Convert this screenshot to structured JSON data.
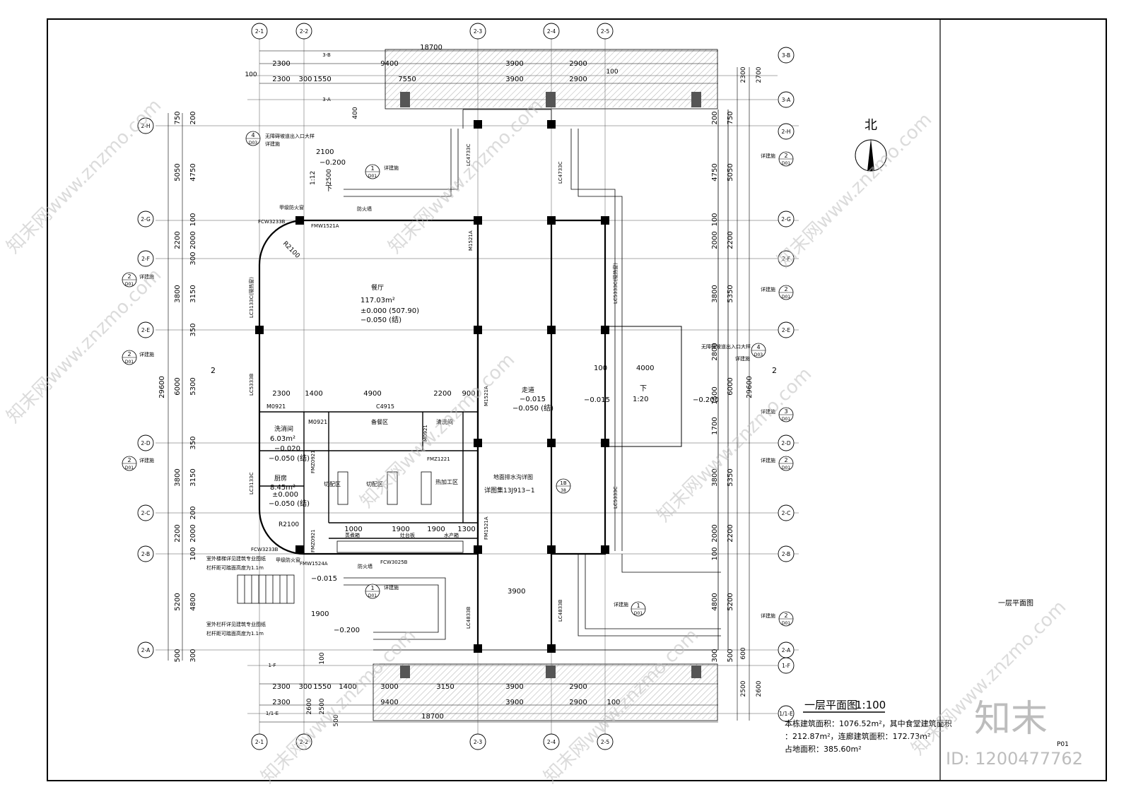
{
  "title_block": {
    "plan_title": "一层平面图",
    "scale": "1:100",
    "area_line1": "本栋建筑面积：1076.52m²，其中食堂建筑面积",
    "area_line2": "：212.87m²，连廊建筑面积：172.73m²",
    "area_line3": "占地面积：385.60m²",
    "side_title": "一层平面图",
    "sheet_no": "P01"
  },
  "north_label": "北",
  "watermark": {
    "text": "知末网www.znzmo.com",
    "logo": "知末",
    "id_text": "ID: 1200477762"
  },
  "axes": {
    "top": [
      "2-1",
      "2-2",
      "2-3",
      "2-4",
      "2-5"
    ],
    "bottom": [
      "2-1",
      "2-2",
      "2-3",
      "2-4",
      "2-5"
    ],
    "left": [
      "2-H",
      "2-G",
      "2-F",
      "2-E",
      "2-D",
      "2-C",
      "2-B",
      "2-A"
    ],
    "right": [
      "3-B",
      "3-A",
      "2-H",
      "2-G",
      "2-F",
      "2-E",
      "2-D",
      "2-C",
      "2-B",
      "2-A",
      "1-F",
      "1/1-E"
    ],
    "top_small": [
      "3-B",
      "3-A"
    ],
    "bottom_small": [
      "1-F",
      "1/1-E"
    ]
  },
  "dims": {
    "top_total": "18700",
    "top_row1": [
      "2300",
      "9400",
      "3900",
      "2900"
    ],
    "top_row2": [
      "2300",
      "300",
      "1550",
      "7550",
      "3900",
      "2900"
    ],
    "top_side": [
      "100",
      "2300",
      "2700",
      "400",
      "100"
    ],
    "bottom_total": "18700",
    "bottom_row1": [
      "2300",
      "300",
      "1550",
      "1400",
      "3000",
      "3150",
      "3900",
      "2900"
    ],
    "bottom_row2": [
      "2300",
      "9400",
      "3900",
      "2900",
      "100"
    ],
    "bottom_side": [
      "2600",
      "2500",
      "500",
      "100",
      "2500",
      "2600",
      "600"
    ],
    "left_total": "29600",
    "left_outer": [
      "750",
      "5050",
      "2200",
      "3800",
      "6000",
      "3800",
      "2200",
      "5200",
      "500"
    ],
    "left_inner": [
      "200",
      "4750",
      "100",
      "2000",
      "300",
      "3150",
      "350",
      "5300",
      "350",
      "3150",
      "200",
      "2000",
      "100",
      "4800",
      "300"
    ],
    "right_total": "29600",
    "right_outer": [
      "750",
      "5050",
      "2200",
      "5350",
      "6000",
      "5350",
      "2200",
      "5200",
      "500"
    ],
    "right_inner": [
      "200",
      "4750",
      "100",
      "2000",
      "3800",
      "2800",
      "1500",
      "1700",
      "3800",
      "2000",
      "100",
      "4800",
      "300"
    ]
  },
  "rooms": {
    "hall_name": "餐厅",
    "hall_area": "117.03m²",
    "hall_elev": "±0.000 (507.90)",
    "hall_elev2": "−0.050 (结)",
    "corridor_name": "走道",
    "corridor_elev": "−0.015",
    "corridor_elev2": "−0.050 (结)",
    "wash_name": "洗消间",
    "wash_area": "6.03m²",
    "wash_elev": "−0.020",
    "wash_elev2": "−0.050 (结)",
    "kitchen_name": "厨房",
    "kitchen_area": "8.45m²",
    "kitchen_elev": "±0.000",
    "kitchen_elev2": "−0.050 (结)",
    "prep_name": "备餐区",
    "clean_name": "清洗间",
    "cut1": "切配区",
    "cut2": "切配区",
    "hot": "热加工区",
    "ramp_label": "下",
    "ramp_slope": "1:20",
    "ramp_dim": "4000",
    "ramp_dim2": "100",
    "ramp_elev_l": "−0.015",
    "ramp_elev_r": "−0.200",
    "ramp_top_label": "下",
    "ramp_top_slope": "1:12",
    "ramp_top_elev": "−0.200",
    "ramp_top_dim": "2100",
    "ramp_top_dim2": "2500",
    "bottom_elev1": "−0.015",
    "bottom_elev2": "−0.200",
    "bottom_dim": "1900",
    "bottom_dim2": "3900",
    "floor_drain": "地面排水沟详图",
    "floor_drain_ref": "详图集13J913−1",
    "kitchen_row_dims": [
      "1000",
      "1900",
      "1900",
      "1300"
    ],
    "prep_row_dims": [
      "2300",
      "1400",
      "4900",
      "2200",
      "900"
    ],
    "c4915": "C4915",
    "counters": [
      "蒸煮箱",
      "灶台板",
      "水产箱"
    ]
  },
  "labels": {
    "m0921_a": "M0921",
    "m0921_b": "M0921",
    "m0921_c": "M0921",
    "fm1221": "FMZ1221",
    "fmz0921_a": "FMZ0921",
    "fmz0921_b": "FMZ0921",
    "fm1521a": "FMW1521A",
    "fm1524a": "FMW1524A",
    "m1521a": "M1521A",
    "m1521b": "M1521A",
    "fm1521c": "FM1521A",
    "fcw3233": "FCW3233B",
    "fcw3233b": "FCW3233B",
    "fcw3025": "FCW3025B",
    "lc3133": "LC3133C(隔热窗)",
    "lc5333": "LC5333B",
    "lc3133b": "LC3133C",
    "lc4733": "LC4733C",
    "lc4733b": "LC4733C",
    "lc5333c": "LC5333C(隔热窗)",
    "lc5333d": "LC5333C",
    "lc4833": "LC4833B",
    "lc4833b": "LC4833B",
    "r2100_a": "R2100",
    "r2100_b": "R2100",
    "fire_window_a": "甲级防火窗",
    "fire_window_b": "甲级防火窗",
    "fire_wall_a": "防火墙",
    "fire_wall_b": "防火墙",
    "accessible_a": "无障碍坡道出入口大样",
    "accessible_b": "无障碍坡道出入口大样",
    "note_a": "室外楼梯详见建筑专业图纸",
    "note_a2": "栏杆距可踏面高度为1.1m",
    "note_b": "室外栏杆详见建筑专业图纸",
    "note_b2": "栏杆距可踏面高度为1.1m",
    "see_detail": "详建施",
    "callout_d01": "D01",
    "callout_d03": "D03",
    "callout_38": "38",
    "callout_1b": "1B",
    "section_mark": "2",
    "detail_no": [
      "1",
      "2",
      "3",
      "4"
    ]
  }
}
